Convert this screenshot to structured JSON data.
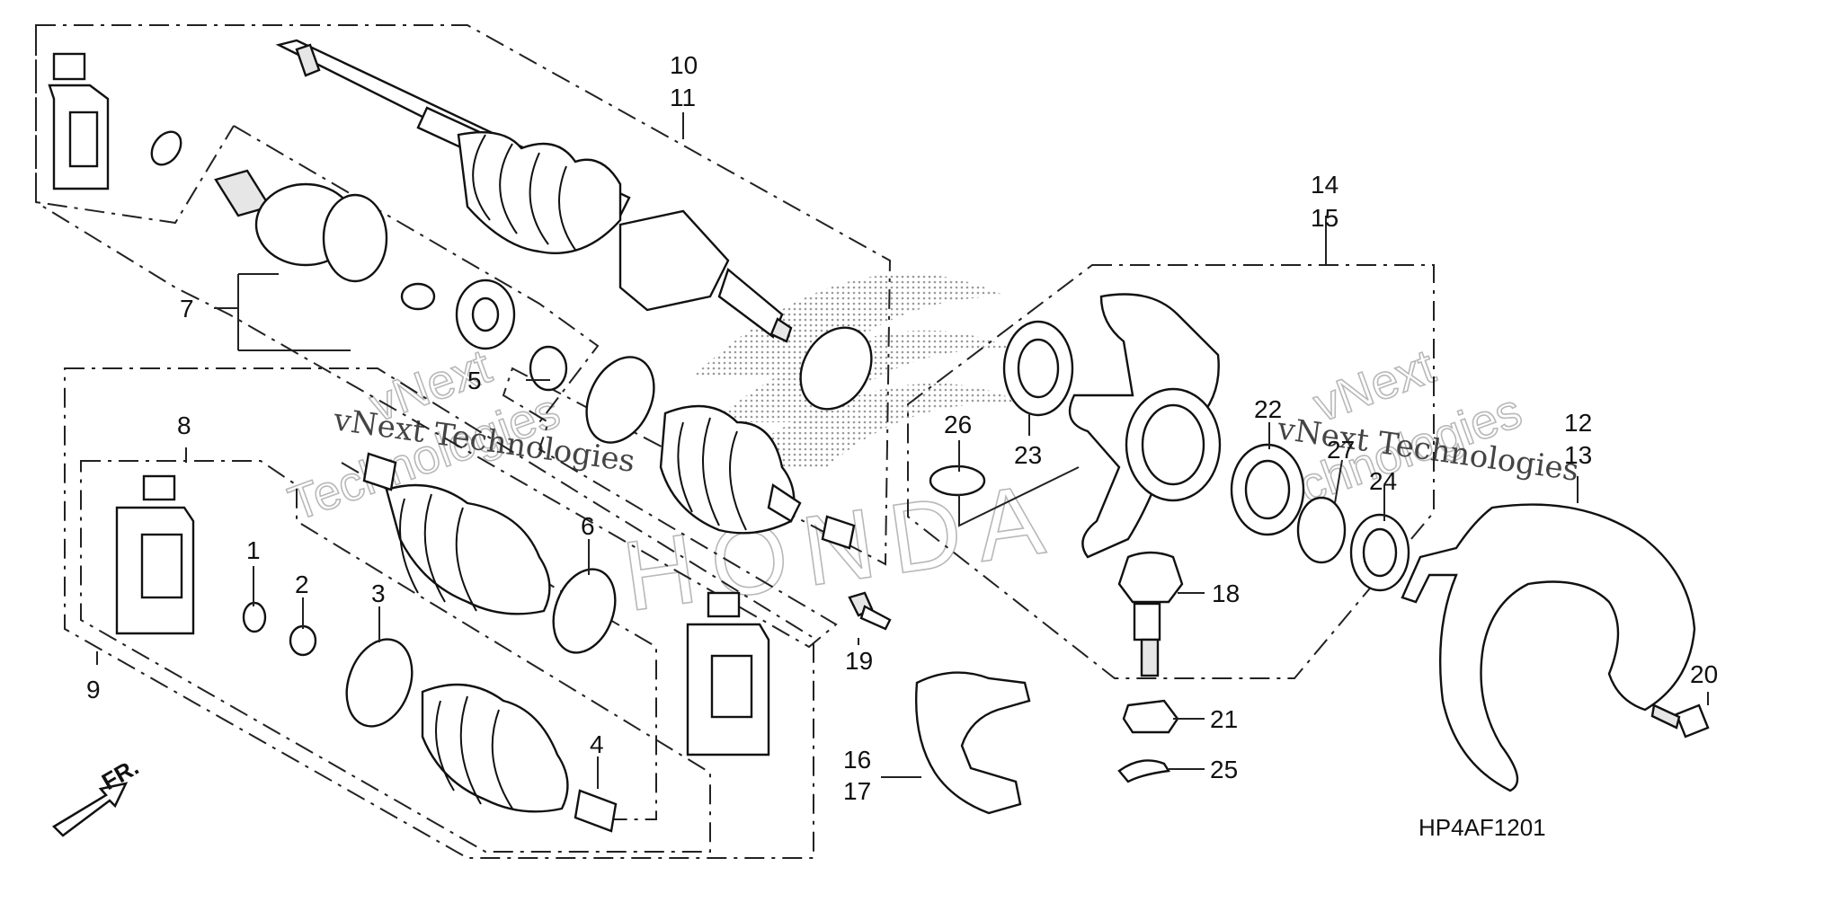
{
  "diagram_code": "HP4AF1201",
  "watermark": {
    "brand_line1": "vNext",
    "brand_line2": "Technologies",
    "brand_full": "vNext Technologies",
    "logo_text": "HONDA"
  },
  "direction_indicator": "FR.",
  "callouts": [
    {
      "id": "1",
      "text": "1"
    },
    {
      "id": "2",
      "text": "2"
    },
    {
      "id": "3",
      "text": "3"
    },
    {
      "id": "4",
      "text": "4"
    },
    {
      "id": "5",
      "text": "5"
    },
    {
      "id": "6",
      "text": "6"
    },
    {
      "id": "7",
      "text": "7"
    },
    {
      "id": "8",
      "text": "8"
    },
    {
      "id": "9",
      "text": "9"
    },
    {
      "id": "10",
      "text": "10"
    },
    {
      "id": "11",
      "text": "11"
    },
    {
      "id": "12",
      "text": "12"
    },
    {
      "id": "13",
      "text": "13"
    },
    {
      "id": "14",
      "text": "14"
    },
    {
      "id": "15",
      "text": "15"
    },
    {
      "id": "16",
      "text": "16"
    },
    {
      "id": "17",
      "text": "17"
    },
    {
      "id": "18",
      "text": "18"
    },
    {
      "id": "19",
      "text": "19"
    },
    {
      "id": "20",
      "text": "20"
    },
    {
      "id": "21",
      "text": "21"
    },
    {
      "id": "22",
      "text": "22"
    },
    {
      "id": "23",
      "text": "23"
    },
    {
      "id": "24",
      "text": "24"
    },
    {
      "id": "25",
      "text": "25"
    },
    {
      "id": "26",
      "text": "26"
    },
    {
      "id": "27",
      "text": "27"
    }
  ],
  "colors": {
    "ink": "#111111",
    "background": "#ffffff",
    "watermark": "#b8b8b8"
  }
}
